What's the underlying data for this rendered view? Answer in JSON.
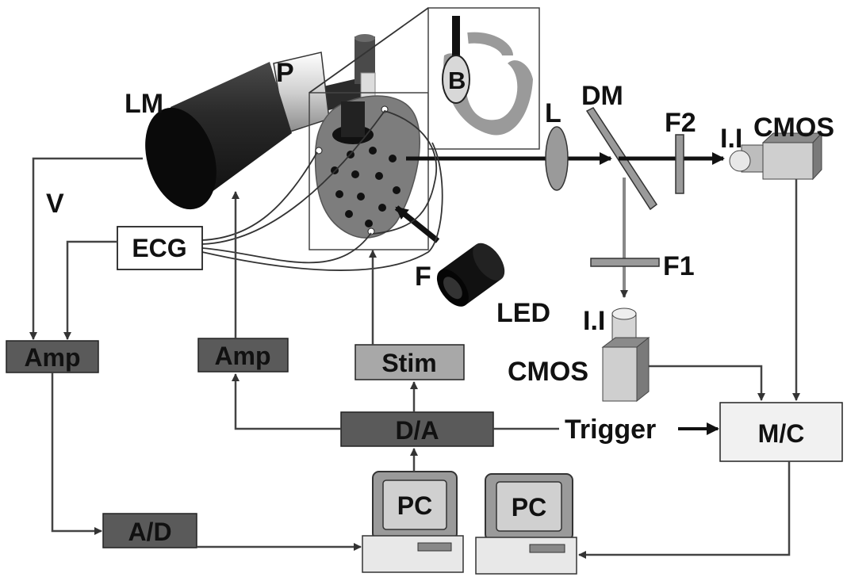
{
  "labels": {
    "lm": "LM",
    "p": "P",
    "b": "B",
    "l": "L",
    "dm": "DM",
    "f2": "F2",
    "ii_top": "I.I",
    "cmos_top": "CMOS",
    "v": "V",
    "ecg": "ECG",
    "f": "F",
    "led": "LED",
    "f1": "F1",
    "ii_bottom": "I.I",
    "cmos_bottom": "CMOS",
    "amp_left": "Amp",
    "amp_mid": "Amp",
    "stim": "Stim",
    "da": "D/A",
    "trigger": "Trigger",
    "mc": "M/C",
    "ad": "A/D",
    "pc1": "PC",
    "pc2": "PC"
  },
  "colors": {
    "dark_box": "#5a5a5a",
    "light_box": "#a8a8a8",
    "heart": "#7d7d7d",
    "lamp": "#1a1a1a"
  }
}
